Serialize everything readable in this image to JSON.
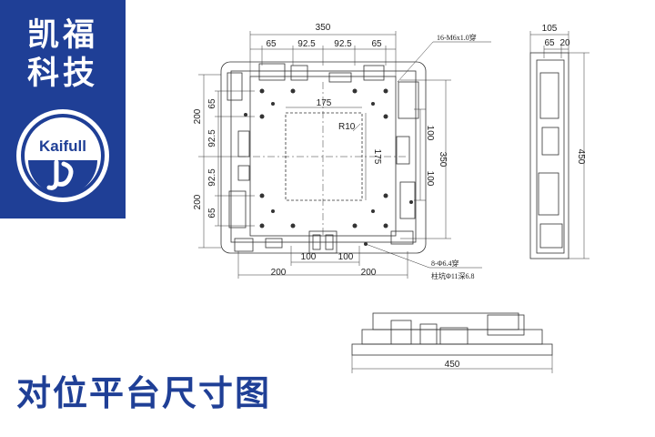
{
  "brand": {
    "name_line1": "凯福",
    "name_line2": "科技",
    "logo_text": "Kaifull",
    "accent_color": "#1f3f96"
  },
  "title": "对位平台尺寸图",
  "drawing": {
    "top_view": {
      "dims_top_overall": "350",
      "dims_top_segments": [
        "65",
        "92.5",
        "92.5",
        "65"
      ],
      "hole_note": "16-M6x1.0穿",
      "dims_left_outer": [
        "200",
        "200"
      ],
      "dims_left_inner": [
        "65",
        "92.5",
        "92.5",
        "65"
      ],
      "dims_inner_width": "175",
      "corner_radius": "R10",
      "dims_inner_height": "175",
      "dims_right_inner": [
        "100",
        "100"
      ],
      "dims_right_overall": "350",
      "dims_bottom_inner": [
        "100",
        "100"
      ],
      "dims_bottom_outer": [
        "200",
        "200"
      ],
      "counterbore_note_line1": "8-Φ6.4穿",
      "counterbore_note_line2": "柱坑Φ11深6.8"
    },
    "side_view": {
      "dims_width_top": "105",
      "dims_width_segments": [
        "65",
        "20"
      ],
      "dims_height": "450"
    },
    "front_view": {
      "dims_width": "450"
    }
  }
}
